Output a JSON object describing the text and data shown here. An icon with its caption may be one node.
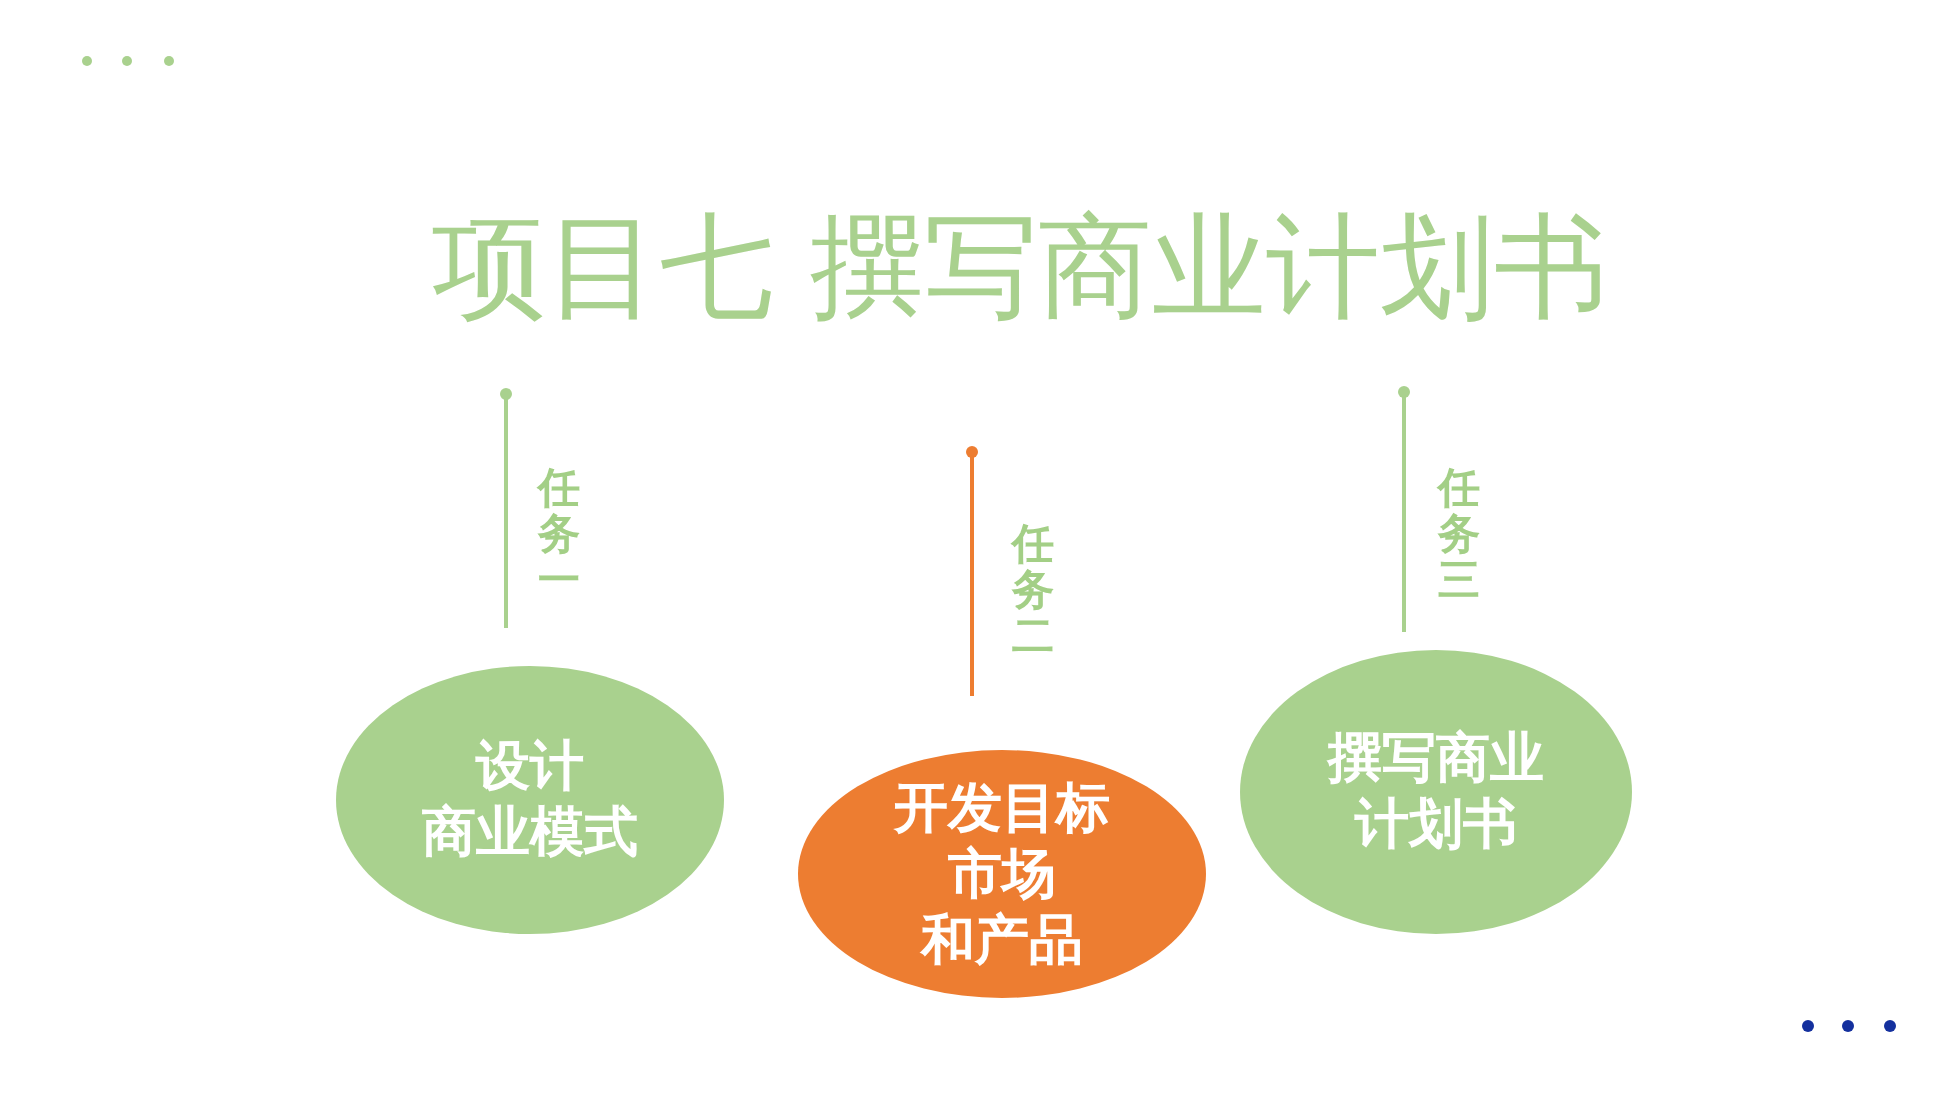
{
  "diagram": {
    "title": "项目七 撰写商业计划书",
    "nodes": [
      {
        "text": [
          "设计商业模式"
        ],
        "beside": [
          "任务一"
        ]
      },
      {
        "text": [
          "开发目标市场和产品"
        ],
        "beside": [
          "任务二"
        ]
      },
      {
        "text": [
          "撰写商业计划书"
        ],
        "beside": [
          "任务三"
        ]
      }
    ]
  }
}
